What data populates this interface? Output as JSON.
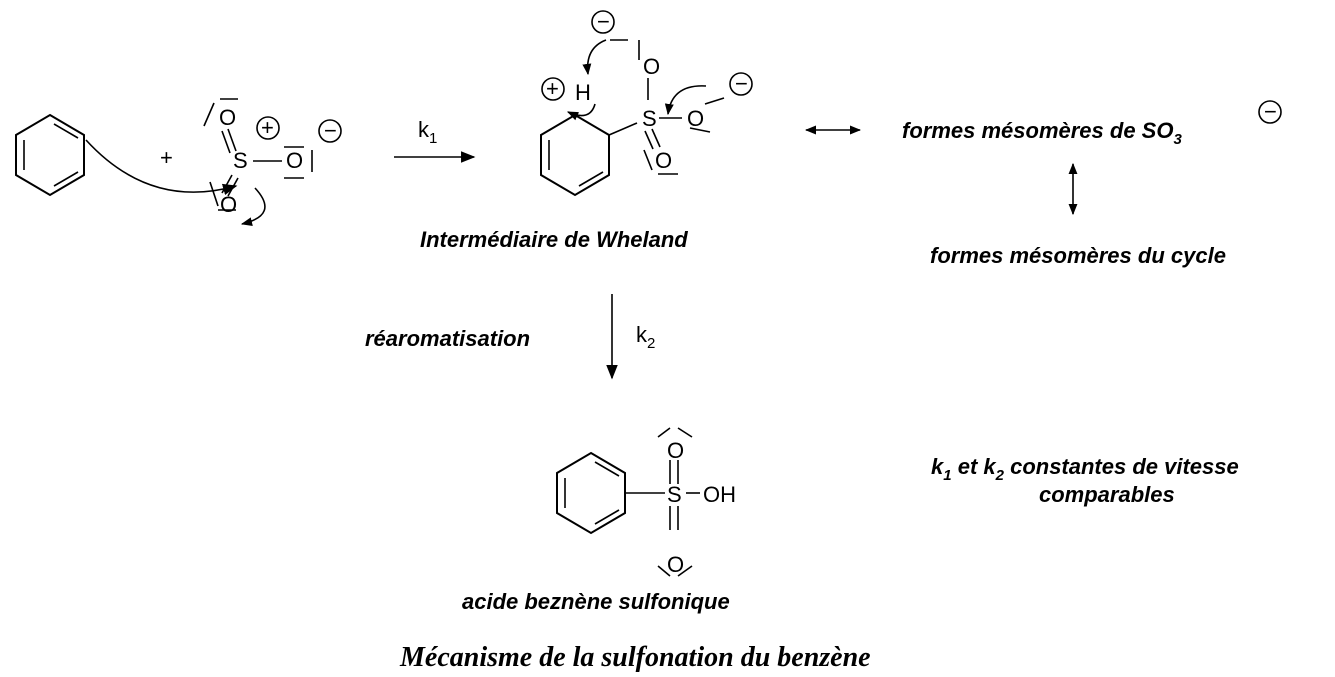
{
  "atoms": {
    "O": "O",
    "S": "S",
    "H": "H",
    "OH": "OH",
    "plus": "+",
    "minus": "−"
  },
  "reagent_plus": "+",
  "k1": {
    "base": "k",
    "sub": "1"
  },
  "k2": {
    "base": "k",
    "sub": "2"
  },
  "labels": {
    "wheland": "Intermédiaire de Wheland",
    "meso_so3": "formes mésomères de SO",
    "meso_so3_sub": "3",
    "meso_cycle": "formes mésomères du cycle",
    "rearomatisation": "réaromatisation",
    "product": "acide beznène sulfonique",
    "constants_k": "k",
    "constants_sub1": "1",
    "constants_mid": " et k",
    "constants_sub2": "2",
    "constants_end": " constantes de vitesse",
    "constants_line2": "comparables"
  },
  "caption": "Mécanisme de la sulfonation du benzène"
}
